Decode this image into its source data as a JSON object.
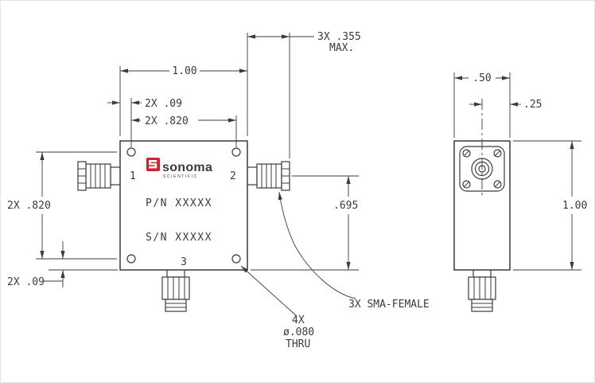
{
  "front": {
    "port1": "1",
    "port2": "2",
    "port3": "3",
    "brand": "sonoma",
    "brand_sub": "SCIENTIFIC",
    "pn": "P/N XXXXX",
    "sn": "S/N XXXXX"
  },
  "dims": {
    "width": "1.00",
    "offset_top": "2X .09",
    "spacing_h": "2X .820",
    "spacing_v": "2X .820",
    "offset_bottom": "2X .09",
    "port_height": ".695",
    "protrusion": "3X .355",
    "protrusion_max": "MAX.",
    "depth": ".50",
    "center_offset": ".25",
    "height": "1.00"
  },
  "notes": {
    "sma": "3X SMA-FEMALE",
    "holes_qty": "4X",
    "holes_dia": "ø.080",
    "holes_thru": "THRU"
  },
  "colors": {
    "line": "#3b3b3b",
    "brand_red": "#c9252c"
  }
}
